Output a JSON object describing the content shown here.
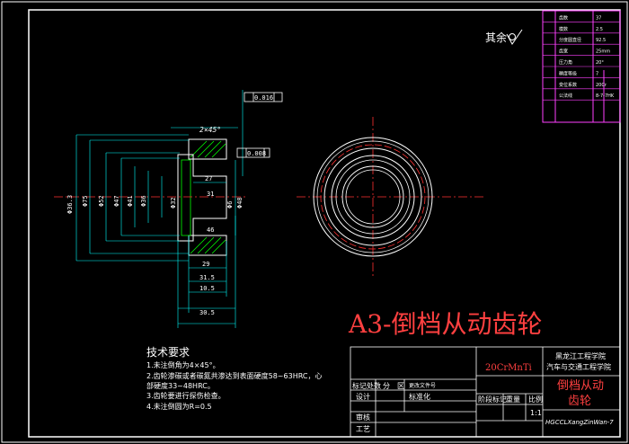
{
  "surface_note": {
    "label": "其余"
  },
  "dimensions": {
    "chamfer": "2×45°",
    "tol_top": "0.016",
    "tol_mid": "0.008",
    "bore_left": "Φ36.3",
    "d_ref": "Φ6",
    "diameters": [
      "Φ75",
      "Φ52",
      "Φ47",
      "Φ41",
      "Φ36"
    ],
    "d_inner_left": "Φ32",
    "d_inner_right": "Φ48",
    "len_27": "27",
    "len_31": "31",
    "len_46": "46",
    "len_29": "29",
    "len_31_5": "31.5",
    "len_10_5": "10.5",
    "len_30_5": "30.5"
  },
  "big_title": "A3-倒档从动齿轮",
  "tech_requirements": {
    "heading": "技术要求",
    "items": [
      "1.未注倒角为4×45°。",
      "2.齿轮渗碳或者碳氮共渗达到表面硬度58~63HRC，心",
      "部硬度33~48HRC。",
      "3.齿轮要进行探伤检查。",
      "4.未注倒圆为R=0.5"
    ]
  },
  "title_block": {
    "material": "20CrMnTi",
    "school_line1": "黑龙江工程学院",
    "school_line2": "汽车与交通工程学院",
    "part_name_line1": "倒档从动",
    "part_name_line2": "齿轮",
    "drawing_no": "HGCCLXangZinWan-7",
    "scale": "1:1",
    "row_labels": [
      "标记处数",
      "分",
      "区",
      "更改文件号"
    ],
    "design": "设计",
    "standard": "标准化",
    "stage": "阶段标记",
    "weight": "重量",
    "ratio": "比例",
    "review": "审核",
    "process": "工艺"
  },
  "param_table": {
    "rows": [
      {
        "name": "齿数",
        "value": "37"
      },
      {
        "name": "模数",
        "value": "2.5"
      },
      {
        "name": "分度圆直径",
        "value": "92.5"
      },
      {
        "name": "齿宽",
        "value": "25mm"
      },
      {
        "name": "压力角",
        "value": "20°"
      },
      {
        "name": "精度等级",
        "value": "7"
      },
      {
        "name": "变位系数",
        "value": "20Cr"
      },
      {
        "name": "公法线",
        "value": "8-7-7HK"
      }
    ]
  },
  "colors": {
    "background": "#000000",
    "outline": "#ffffff",
    "body": "#00ff00",
    "centerline": "#ff3030",
    "dimension": "#00ffff",
    "table_line": "#ff40ff",
    "title_red": "#ff3030"
  }
}
